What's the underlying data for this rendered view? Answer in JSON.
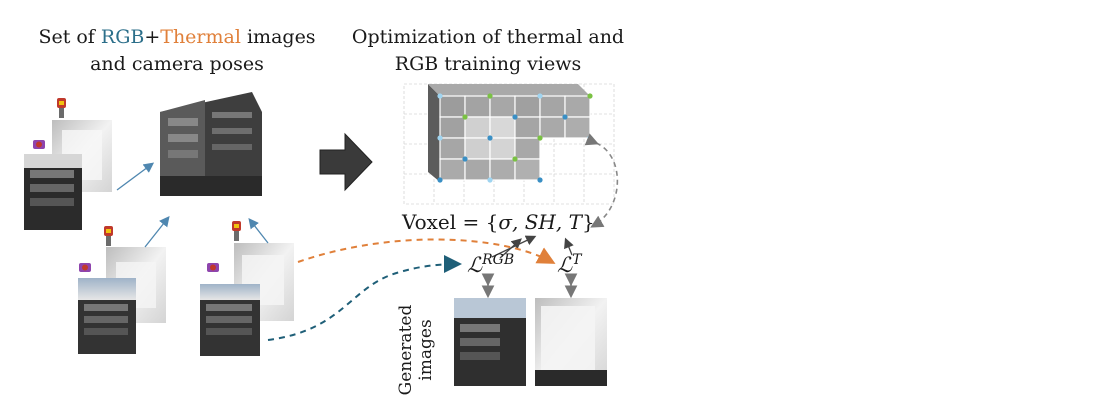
{
  "left_title": {
    "line1_prefix": "Set of",
    "rgb": "RGB",
    "plus": "+",
    "thermal": "Thermal",
    "line1_suffix": "images",
    "line2": "and camera poses"
  },
  "right_title": {
    "line1": "Optimization of thermal and",
    "line2": "RGB training views"
  },
  "voxel": {
    "prefix": "Voxel = {",
    "components": "σ, SH, T",
    "suffix": "}"
  },
  "losses": {
    "rgb_symbol": "ℒ",
    "rgb_superscript": "RGB",
    "thermal_symbol": "ℒ",
    "thermal_superscript": "T"
  },
  "generated_label": {
    "line1": "Generated",
    "line2": "images"
  },
  "colors": {
    "rgb_accent": "#2c6f8a",
    "thermal_accent": "#e0803a",
    "big_arrow": "#333333",
    "voxel_green": "#7ac143",
    "voxel_blue": "#3a8fc4"
  }
}
